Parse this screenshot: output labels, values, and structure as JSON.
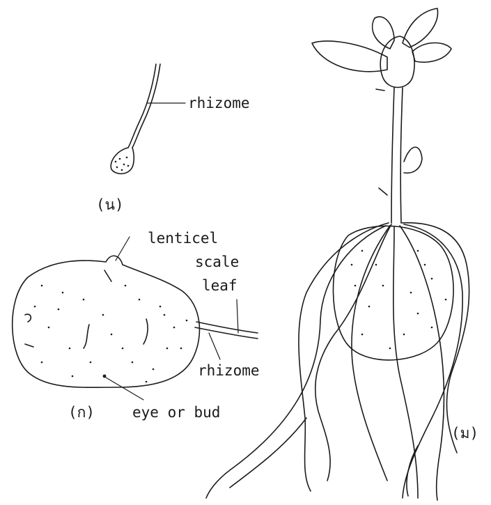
{
  "figure": {
    "panel_n": {
      "label": "(น)",
      "rhizome_label": "rhizome"
    },
    "panel_g": {
      "label": "(ก)",
      "lenticel_label": "lenticel",
      "scale_label": "scale",
      "leaf_label": "leaf",
      "rhizome_label": "rhizome",
      "eye_label": "eye or bud"
    },
    "panel_m": {
      "label": "(ม)"
    }
  }
}
